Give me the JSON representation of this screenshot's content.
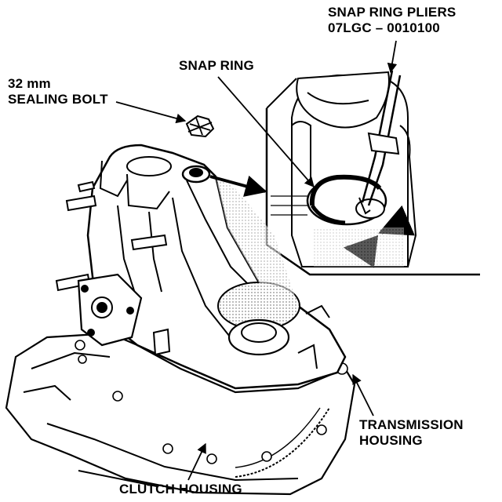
{
  "labels": {
    "snap_ring_pliers": "SNAP RING PLIERS",
    "tool_number": "07LGC – 0010100",
    "snap_ring": "SNAP RING",
    "bolt_size": "32 mm",
    "sealing_bolt": "SEALING BOLT",
    "transmission_line1": "TRANSMISSION",
    "transmission_line2": "HOUSING",
    "clutch_housing": "CLUTCH HOUSING"
  },
  "colors": {
    "ink": "#000000",
    "paper": "#ffffff",
    "shade": "#8a8a8a"
  }
}
